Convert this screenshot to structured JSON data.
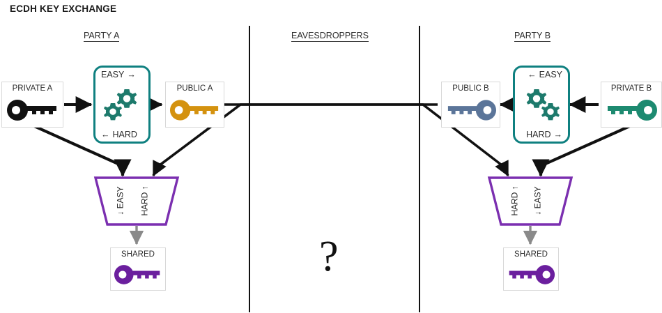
{
  "title": "ECDH KEY EXCHANGE",
  "columns": {
    "party_a": "PARTY A",
    "eavesdroppers": "EAVESDROPPERS",
    "party_b": "PARTY B"
  },
  "boxes": {
    "private_a": {
      "label": "PRIVATE A",
      "key_color": "#111111",
      "key_icon": "key-icon",
      "direction": "right"
    },
    "public_a": {
      "label": "PUBLIC A",
      "key_color": "#d4920f",
      "key_icon": "key-icon",
      "direction": "right"
    },
    "public_b": {
      "label": "PUBLIC B",
      "key_color": "#5b7599",
      "key_icon": "key-icon",
      "direction": "left"
    },
    "private_b": {
      "label": "PRIVATE B",
      "key_color": "#1d8a70",
      "key_icon": "key-icon",
      "direction": "left"
    },
    "shared_a": {
      "label": "SHARED",
      "key_color": "#6b1f9e",
      "key_icon": "key-icon",
      "direction": "right"
    },
    "shared_b": {
      "label": "SHARED",
      "key_color": "#6b1f9e",
      "key_icon": "key-icon",
      "direction": "left"
    }
  },
  "gearbox_a": {
    "top_label": "EASY",
    "top_arrow": "→",
    "bottom_label": "HARD",
    "bottom_arrow": "←",
    "border_color": "#0f8080",
    "gear_color": "#1d7a6c",
    "icon": "gears-icon"
  },
  "gearbox_b": {
    "top_label": "EASY",
    "top_arrow": "←",
    "bottom_label": "HARD",
    "bottom_arrow": "→",
    "border_color": "#0f8080",
    "gear_color": "#1d7a6c",
    "icon": "gears-icon"
  },
  "funnel_a": {
    "left_label": "EASY",
    "left_arrow": "↓",
    "right_label": "HARD",
    "right_arrow": "↑",
    "border_color": "#7b2fb0",
    "icon": "funnel-icon"
  },
  "funnel_b": {
    "left_label": "HARD",
    "left_arrow": "↑",
    "right_label": "EASY",
    "right_arrow": "↓",
    "border_color": "#7b2fb0",
    "icon": "funnel-icon"
  },
  "eavesdropper_symbol": "?",
  "colors": {
    "divider": "#111111",
    "arrow": "#111111",
    "gray_arrow": "#8a8a8a",
    "box_border": "#d8d8d8",
    "teal": "#0f8080",
    "purple": "#7b2fb0"
  }
}
